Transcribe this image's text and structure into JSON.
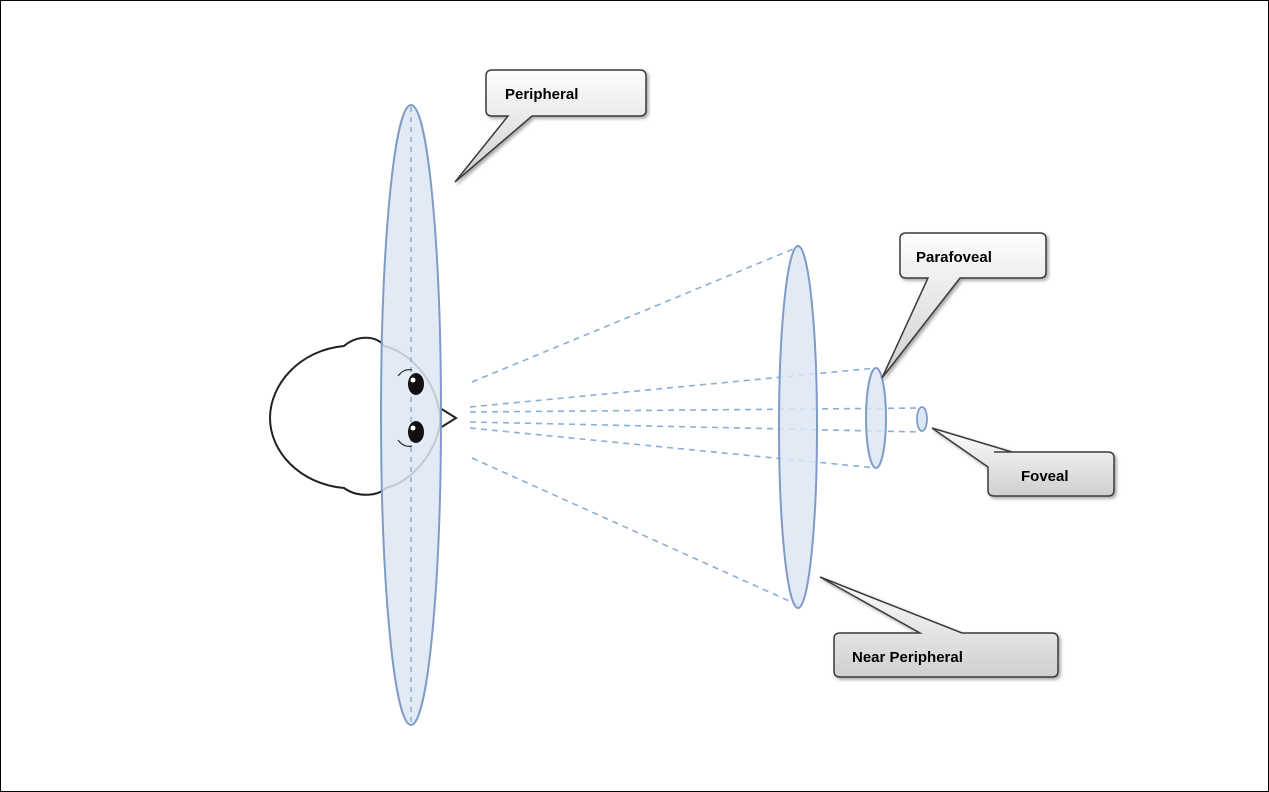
{
  "labels": {
    "peripheral": "Peripheral",
    "parafoveal": "Parafoveal",
    "foveal": "Foveal",
    "near_peripheral": "Near Peripheral"
  },
  "colors": {
    "ellipse_fill": "#dde6f5",
    "ellipse_stroke": "#7f9cc7",
    "dashed_line": "#8aaed6",
    "callout_fill_top": "#fdfdfd",
    "callout_fill_bottom": "#d0d0d0",
    "callout_stroke": "#3a3a3a"
  }
}
